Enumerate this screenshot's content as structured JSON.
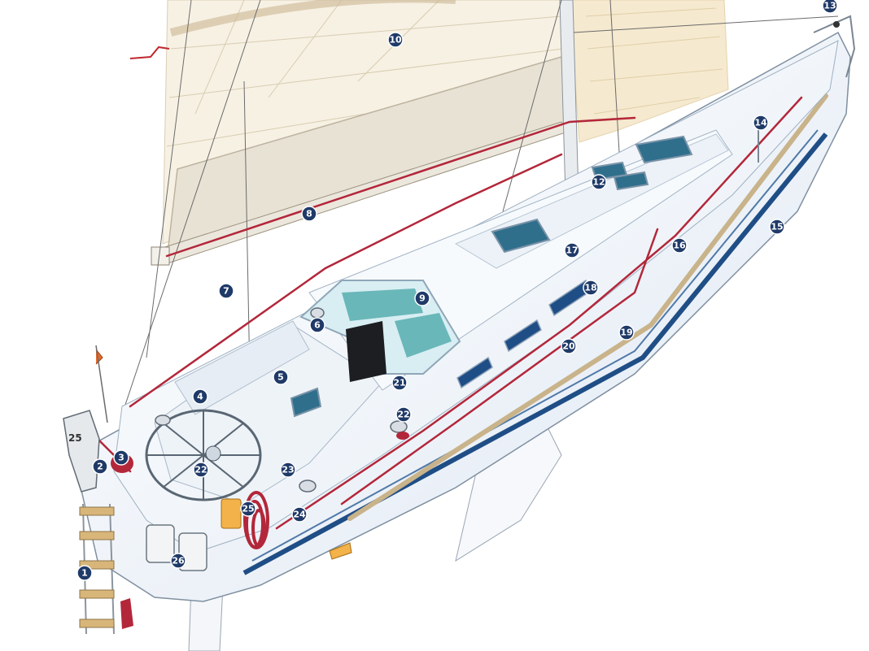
{
  "diagram": {
    "callouts": [
      {
        "key": "c1",
        "label": "1"
      },
      {
        "key": "c2",
        "label": "2"
      },
      {
        "key": "c3",
        "label": "3"
      },
      {
        "key": "c4",
        "label": "4"
      },
      {
        "key": "c5",
        "label": "5"
      },
      {
        "key": "c6",
        "label": "6"
      },
      {
        "key": "c7",
        "label": "7"
      },
      {
        "key": "c8",
        "label": "8"
      },
      {
        "key": "c9",
        "label": "9"
      },
      {
        "key": "c10",
        "label": "10"
      },
      {
        "key": "c12",
        "label": "12"
      },
      {
        "key": "c13",
        "label": "13"
      },
      {
        "key": "c14",
        "label": "14"
      },
      {
        "key": "c15",
        "label": "15"
      },
      {
        "key": "c16",
        "label": "16"
      },
      {
        "key": "c17",
        "label": "17"
      },
      {
        "key": "c18",
        "label": "18"
      },
      {
        "key": "c19",
        "label": "19"
      },
      {
        "key": "c20",
        "label": "20"
      },
      {
        "key": "c21",
        "label": "21"
      },
      {
        "key": "c22a",
        "label": "22"
      },
      {
        "key": "c22b",
        "label": "22"
      },
      {
        "key": "c23",
        "label": "23"
      },
      {
        "key": "c24",
        "label": "24"
      },
      {
        "key": "c25",
        "label": "25"
      },
      {
        "key": "c26",
        "label": "26"
      }
    ],
    "outboard_badge": "25",
    "colors": {
      "callout_fill": "#1f3a68",
      "hull": "#f2f6fb",
      "mainsail": "#f7f1e4",
      "headsail": "#f5e9cf",
      "sail_cover": "#e8e2d5",
      "rope": "#b3273a",
      "stripe": "#1f4e86",
      "window": "#3aa0a0",
      "deck_teak": "#c9b38a"
    }
  }
}
